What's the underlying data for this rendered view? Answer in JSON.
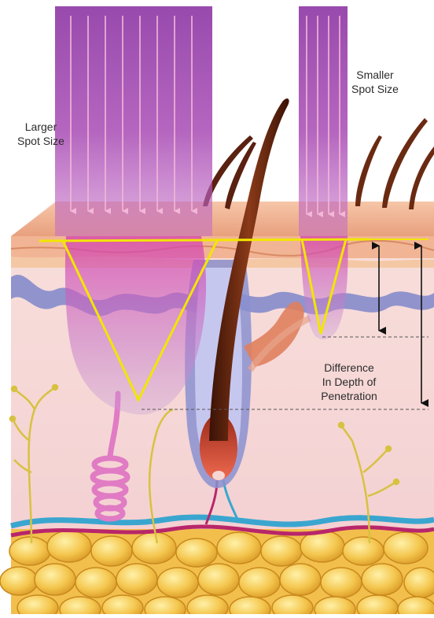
{
  "labels": {
    "larger_spot": [
      "Larger",
      "Spot Size"
    ],
    "smaller_spot": [
      "Smaller",
      "Spot Size"
    ],
    "difference": [
      "Difference",
      "In Depth of",
      "Penetration"
    ]
  },
  "colors": {
    "beam_purple": "#9b3fa8",
    "beam_pink": "#e04fb0",
    "cone_outline": "#f2e600",
    "epidermis": "#f3b99a",
    "dermis": "#f6d6d2",
    "basal_layer": "#7f86c9",
    "fat": "#f2c04a",
    "hair": "#4a1a0a",
    "vessel_blue": "#3aa6d0",
    "vessel_red": "#b8266a",
    "nerve": "#d7c240",
    "gland": "#e07bc4",
    "arrow": "#111111"
  },
  "icons": [
    "laser-beam-icon",
    "hair-follicle-icon",
    "depth-arrow-icon"
  ]
}
